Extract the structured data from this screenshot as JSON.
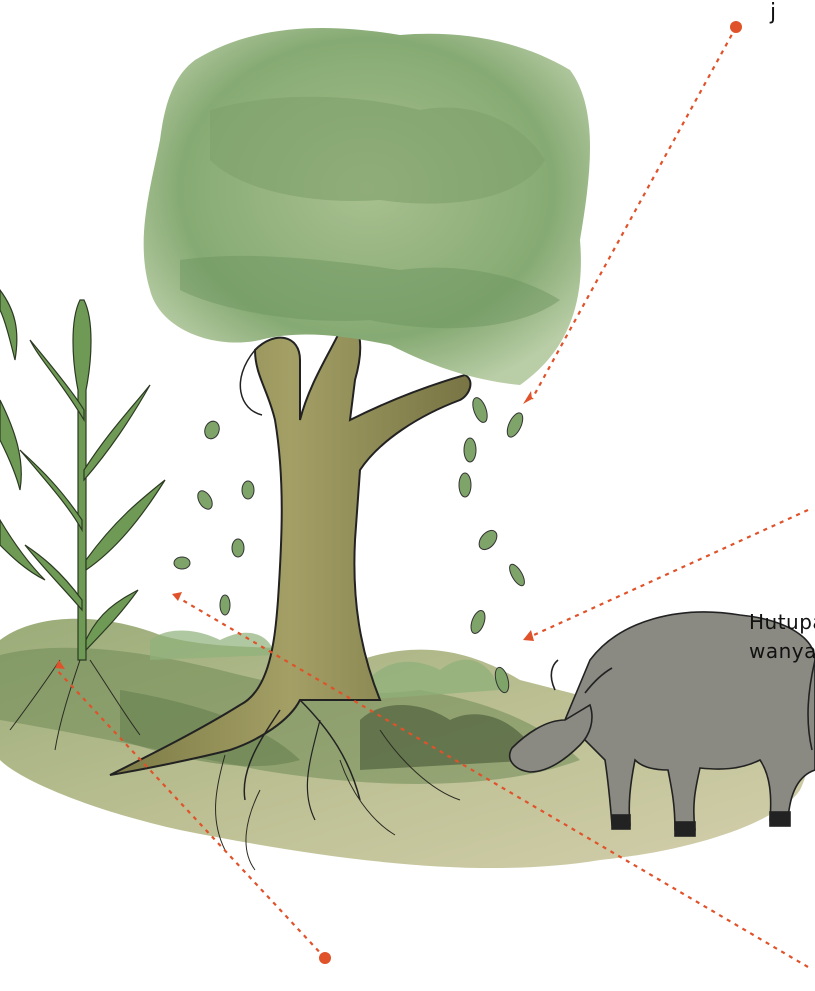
{
  "caption": {
    "line1": "Hutupa",
    "line2": "wanya"
  },
  "top_fragment": "j",
  "colors": {
    "annotation": "#e0522a",
    "canopy": "#8fb07a",
    "trunk": "#8e8a52",
    "ground": "#a9b07a",
    "buffalo": "#8a8a83",
    "maize": "#6f9a56"
  }
}
